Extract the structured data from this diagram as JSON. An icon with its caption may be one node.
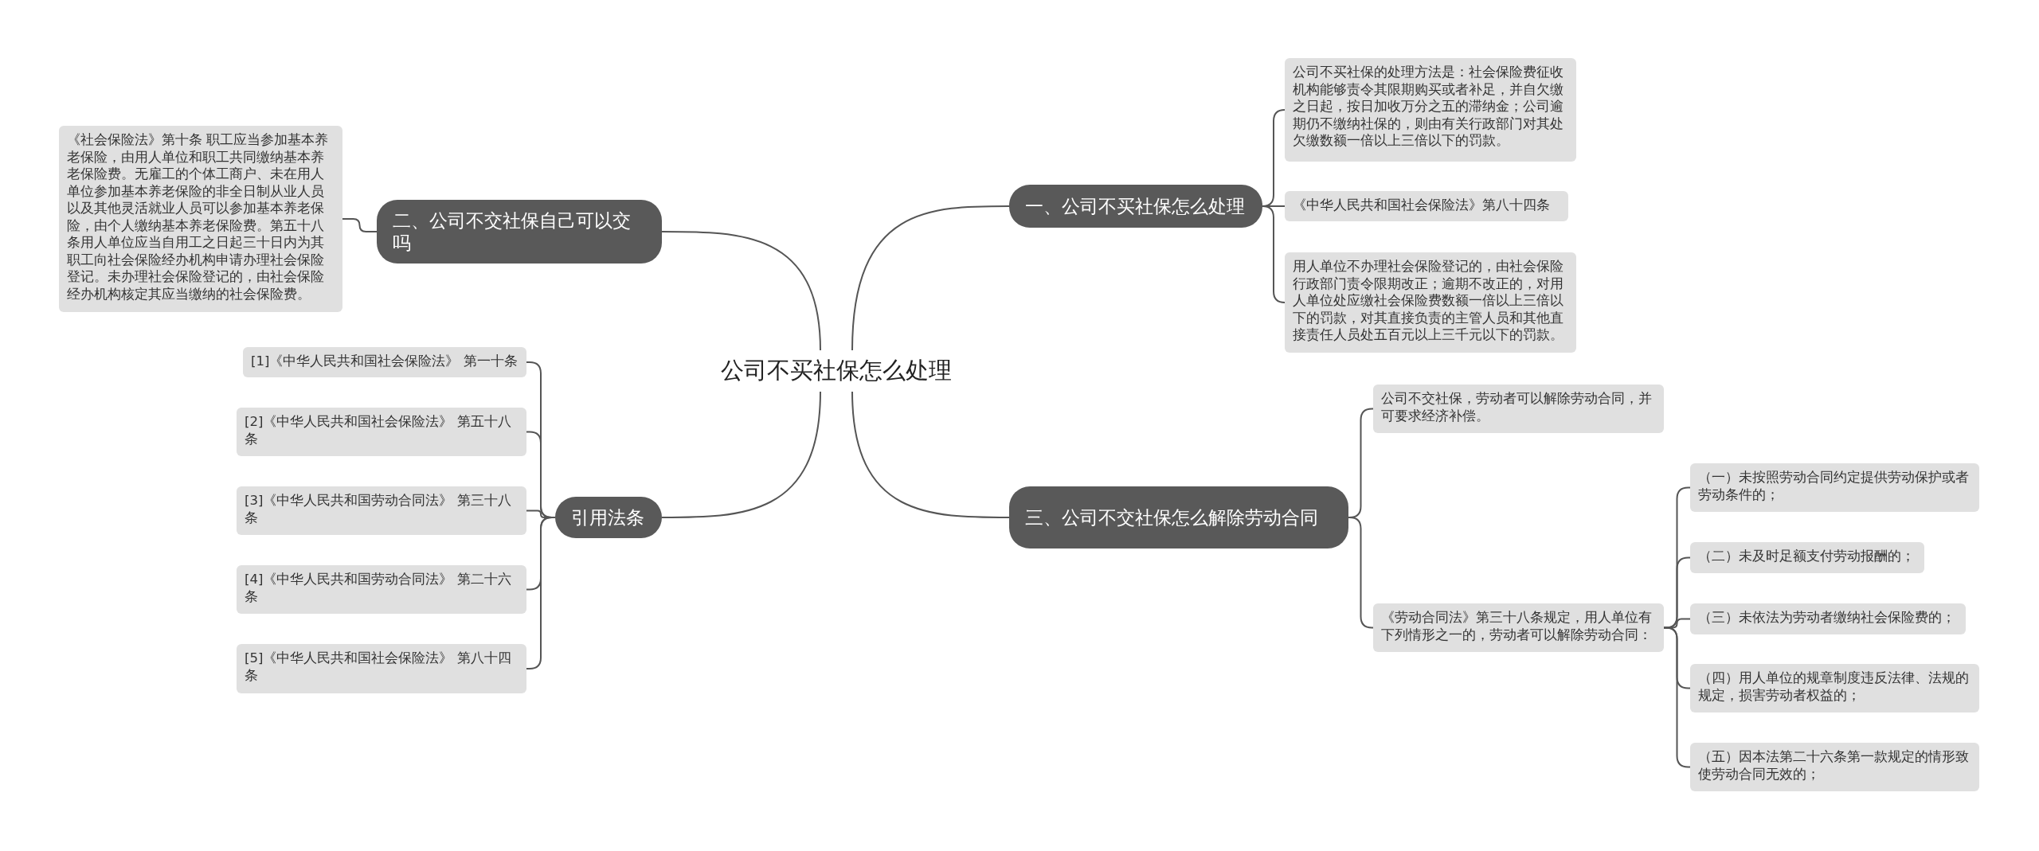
{
  "diagram": {
    "nodes": [
      {
        "text": [
          "公司不买社保怎么处理"
        ]
      },
      {
        "text": [
          "一、公司不买社保怎么处理"
        ]
      },
      {
        "text": [
          "公司不买社保的处理方法是：社会保险费征收机构能够责令其限期购买或者补足，并自欠缴之日起，按日加收万分之五的滞纳金；公司逾期仍不缴纳社保的，则由有关行政部门对其处欠缴数额一倍以上三倍以下的罚款。"
        ]
      },
      {
        "text": [
          "《中华人民共和国社会保险法》第八十四条"
        ]
      },
      {
        "text": [
          "用人单位不办理社会保险登记的，由社会保险行政部门责令限期改正；逾期不改正的，对用人单位处应缴社会保险费数额一倍以上三倍以下的罚款，对其直接负责的主管人员和其他直接责任人员处五百元以上三千元以下的罚款。"
        ]
      },
      {
        "text": [
          "三、公司不交社保怎么解除劳动合同"
        ]
      },
      {
        "text": [
          "公司不交社保，劳动者可以解除劳动合同，并可要求经济补偿。"
        ]
      },
      {
        "text": [
          "《劳动合同法》第三十八条规定，用人单位有下列情形之一的，劳动者可以解除劳动合同："
        ]
      },
      {
        "text": [
          "（一）未按照劳动合同约定提供劳动保护或者劳动条件的；"
        ]
      },
      {
        "text": [
          "（二）未及时足额支付劳动报酬的；"
        ]
      },
      {
        "text": [
          "（三）未依法为劳动者缴纳社会保险费的；"
        ]
      },
      {
        "text": [
          "（四）用人单位的规章制度违反法律、法规的规定，损害劳动者权益的；"
        ]
      },
      {
        "text": [
          "（五）因本法第二十六条第一款规定的情形致使劳动合同无效的；"
        ]
      },
      {
        "text": [
          "二、公司不交社保自己可以交吗"
        ]
      },
      {
        "text": [
          "《社会保险法》第十条 职工应当参加基本养老保险，由用人单位和职工共同缴纳基本养老保险费。无雇工的个体工商户、未在用人单位参加基本养老保险的非全日制从业人员以及其他灵活就业人员可以参加基本养老保险，由个人缴纳基本养老保险费。第五十八条用人单位应当自用工之日起三十日内为其职工向社会保险经办机构申请办理社会保险登记。未办理社会保险登记的，由社会保险经办机构核定其应当缴纳的社会保险费。"
        ]
      },
      {
        "text": [
          "引用法条"
        ]
      },
      {
        "text": [
          "[1]《中华人民共和国社会保险法》 第一十条"
        ]
      },
      {
        "text": [
          "[2]《中华人民共和国社会保险法》 第五十八条"
        ]
      },
      {
        "text": [
          "[3]《中华人民共和国劳动合同法》 第三十八条"
        ]
      },
      {
        "text": [
          "[4]《中华人民共和国劳动合同法》 第二十六条"
        ]
      },
      {
        "text": [
          "[5]《中华人民共和国社会保险法》 第八十四条"
        ]
      }
    ],
    "edges": [
      {
        "from": 0,
        "to": 1,
        "arrow": "none"
      },
      {
        "from": 1,
        "to": 2,
        "arrow": "none"
      },
      {
        "from": 1,
        "to": 3,
        "arrow": "none"
      },
      {
        "from": 1,
        "to": 4,
        "arrow": "none"
      },
      {
        "from": 0,
        "to": 5,
        "arrow": "none"
      },
      {
        "from": 5,
        "to": 6,
        "arrow": "none"
      },
      {
        "from": 5,
        "to": 7,
        "arrow": "none"
      },
      {
        "from": 7,
        "to": 8,
        "arrow": "none"
      },
      {
        "from": 7,
        "to": 9,
        "arrow": "none"
      },
      {
        "from": 7,
        "to": 10,
        "arrow": "none"
      },
      {
        "from": 7,
        "to": 11,
        "arrow": "none"
      },
      {
        "from": 7,
        "to": 12,
        "arrow": "none"
      },
      {
        "from": 0,
        "to": 13,
        "arrow": "none"
      },
      {
        "from": 13,
        "to": 14,
        "arrow": "none"
      },
      {
        "from": 0,
        "to": 15,
        "arrow": "none"
      },
      {
        "from": 15,
        "to": 16,
        "arrow": "none"
      },
      {
        "from": 15,
        "to": 17,
        "arrow": "none"
      },
      {
        "from": 15,
        "to": 18,
        "arrow": "none"
      },
      {
        "from": 15,
        "to": 19,
        "arrow": "none"
      },
      {
        "from": 15,
        "to": 20,
        "arrow": "none"
      }
    ]
  }
}
